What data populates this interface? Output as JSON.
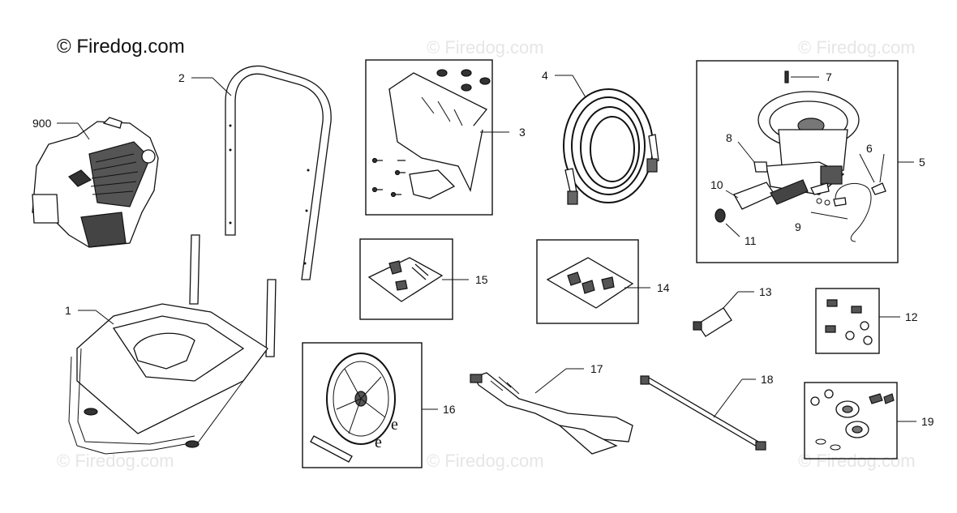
{
  "watermark": {
    "brand_text": "© Firedog.com",
    "faint_text": "© Firedog.com"
  },
  "callouts": {
    "engine": "900",
    "handle": "2",
    "frame": "1",
    "panel_kit": "3",
    "hose": "4",
    "pump": "5",
    "hose_kit": "6",
    "pin": "7",
    "valve": "8",
    "fitting": "9",
    "connector": "10",
    "o_ring": "11",
    "bolt_kit": "12",
    "nozzle": "13",
    "hardware_bag_14": "14",
    "hardware_bag_15": "15",
    "wheel_kit": "16",
    "spray_gun": "17",
    "wand": "18",
    "bearing_kit": "19"
  },
  "colors": {
    "line": "#111111",
    "watermark": "#e6e6e6",
    "background": "#ffffff"
  }
}
